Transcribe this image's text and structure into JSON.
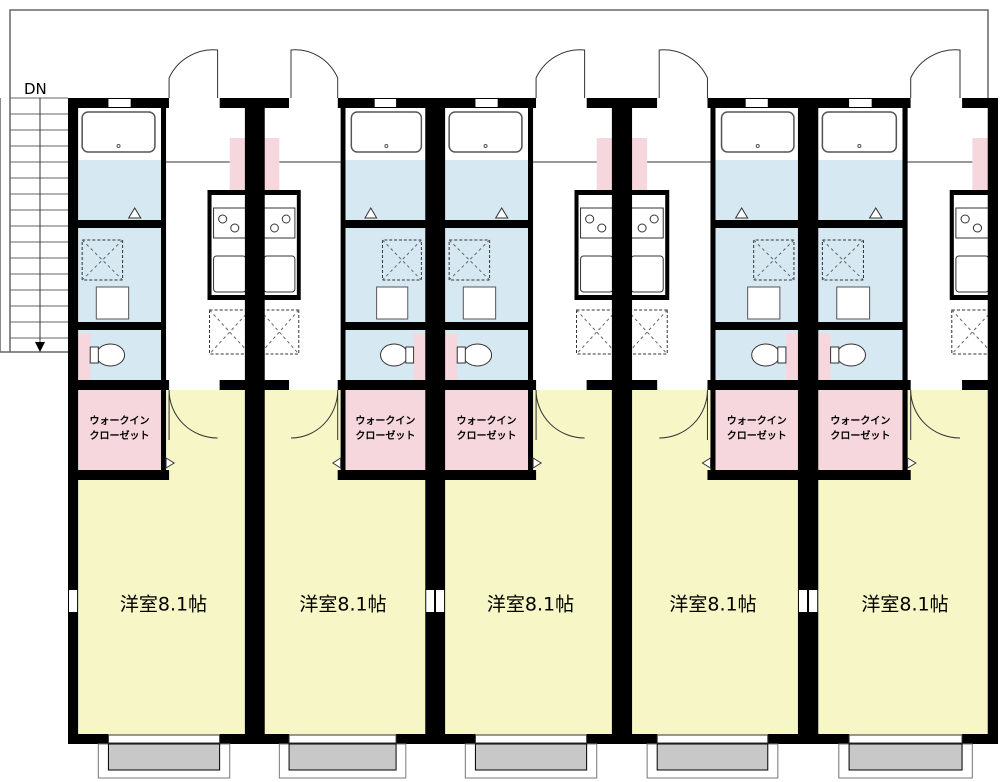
{
  "stairs": {
    "label": "DN"
  },
  "colors": {
    "wall": "#000000",
    "bath": "#d6e9f2",
    "closet": "#f6d7de",
    "room": "#f6f6c6",
    "balcony": "#c8c8c8",
    "fridge": "#f6d7de"
  },
  "units": [
    {
      "room": "洋室8.1帖",
      "closet_line1": "ウォークイン",
      "closet_line2": "クローゼット",
      "mirrored": false
    },
    {
      "room": "洋室8.1帖",
      "closet_line1": "ウォークイン",
      "closet_line2": "クローゼット",
      "mirrored": true
    },
    {
      "room": "洋室8.1帖",
      "closet_line1": "ウォークイン",
      "closet_line2": "クローゼット",
      "mirrored": false
    },
    {
      "room": "洋室8.1帖",
      "closet_line1": "ウォークイン",
      "closet_line2": "クローゼット",
      "mirrored": true
    },
    {
      "room": "洋室8.1帖",
      "closet_line1": "ウォークイン",
      "closet_line2": "クローゼット",
      "mirrored": false
    }
  ]
}
